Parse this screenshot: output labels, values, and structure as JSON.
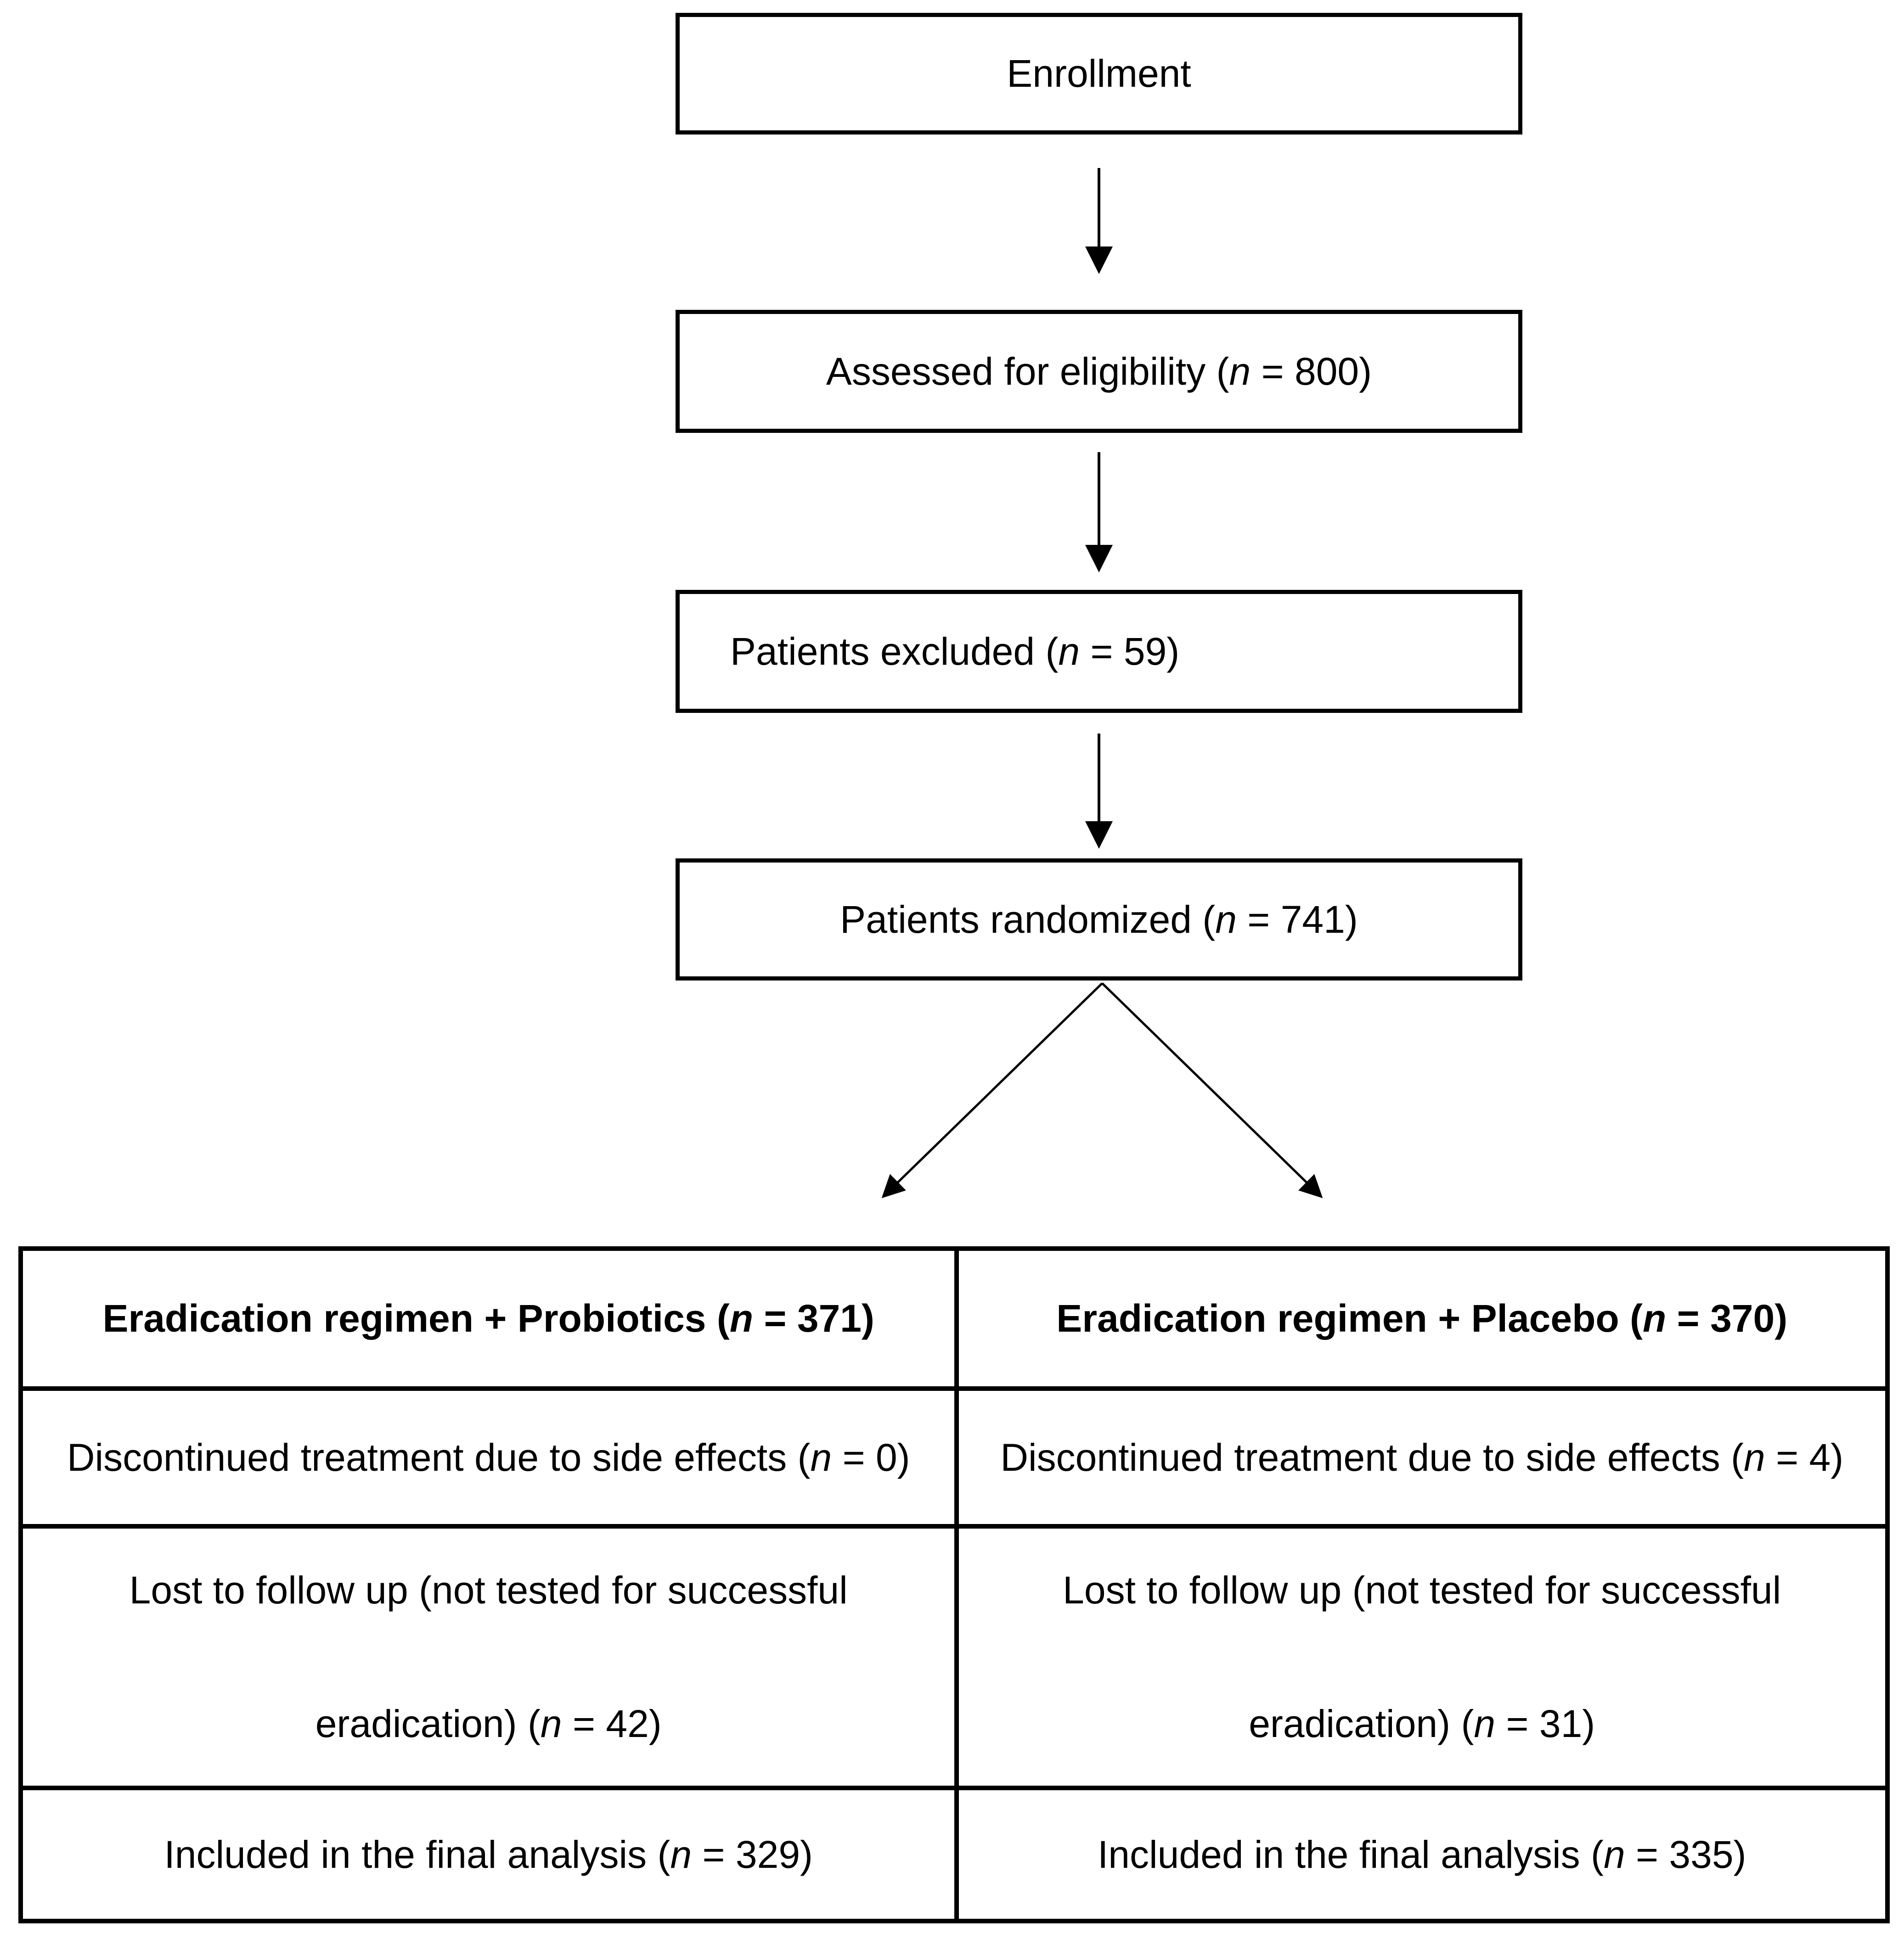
{
  "figure": {
    "kind": "CONSORT patient flow diagram",
    "colors": {
      "ink": "#000000",
      "background": "#ffffff"
    }
  },
  "flow": {
    "enrollment": {
      "label": "Enrollment"
    },
    "assessed": {
      "prefix": "Assessed for eligibility (",
      "n": "n",
      "suffix": " = 800)"
    },
    "excluded": {
      "prefix": "Patients excluded (",
      "n": "n",
      "suffix": " = 59)"
    },
    "randomized": {
      "prefix": "Patients randomized (",
      "n": "n",
      "suffix": " = 741)"
    }
  },
  "table": {
    "probiotics": {
      "header": {
        "prefix": "Eradication regimen + Probiotics (",
        "n": "n",
        "suffix": " = 371)"
      },
      "discontinued": {
        "prefix": "Discontinued treatment due to side effects (",
        "n": "n",
        "suffix": " = 0)"
      },
      "lost_line1": "Lost to follow up (not tested for successful",
      "lost_line2": {
        "prefix": "eradication) (",
        "n": "n",
        "suffix": " = 42)"
      },
      "included": {
        "prefix": "Included in the final analysis (",
        "n": "n",
        "suffix": " = 329)"
      }
    },
    "placebo": {
      "header": {
        "prefix": "Eradication regimen + Placebo (",
        "n": "n",
        "suffix": " = 370)"
      },
      "discontinued": {
        "prefix": "Discontinued treatment due to side effects (",
        "n": "n",
        "suffix": " = 4)"
      },
      "lost_line1": "Lost to follow up (not tested for successful",
      "lost_line2": {
        "prefix": "eradication) (",
        "n": "n",
        "suffix": " = 31)"
      },
      "included": {
        "prefix": "Included in the final analysis (",
        "n": "n",
        "suffix": " = 335)"
      }
    }
  }
}
